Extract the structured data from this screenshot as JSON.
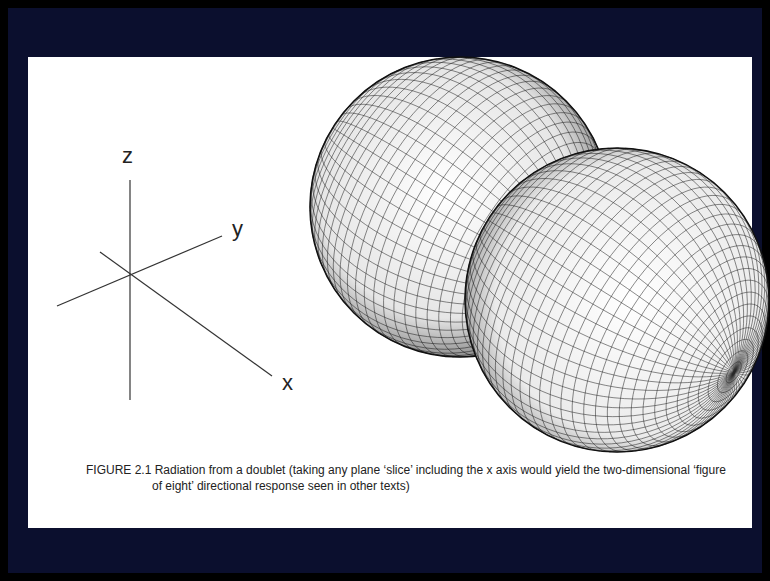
{
  "diagram": {
    "caption": "FIGURE 2.1 Radiation from a doublet (taking any plane ‘slice’ including the x axis would yield the two-dimensional ‘figure of eight’ directional response seen in other texts)",
    "labels": [
      "z",
      "y",
      "x"
    ]
  }
}
